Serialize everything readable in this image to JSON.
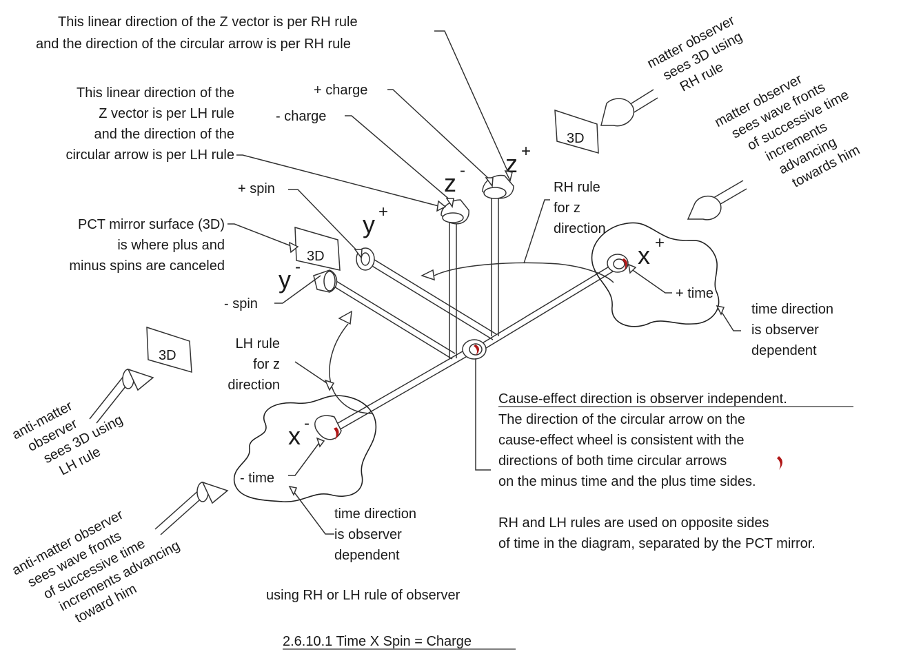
{
  "labels": {
    "rh_z_note_1": "This linear direction of the Z vector is per RH rule",
    "rh_z_note_2": "and the direction of the circular arrow is per RH rule",
    "lh_z_note_1": "This linear direction of the",
    "lh_z_note_2": "Z vector is per LH rule",
    "lh_z_note_3": "and the direction of the",
    "lh_z_note_4": "circular arrow is per LH rule",
    "plus_charge": "+ charge",
    "minus_charge": "- charge",
    "plus_spin": "+ spin",
    "minus_spin": "- spin",
    "pct_1": "PCT mirror surface (3D)",
    "pct_2": "is where plus and",
    "pct_3": "minus spins are canceled",
    "rh_rule_1": "RH rule",
    "rh_rule_2": "for z",
    "rh_rule_3": "direction",
    "lh_rule_1": "LH rule",
    "lh_rule_2": "for z",
    "lh_rule_3": "direction",
    "plus_time": "+ time",
    "minus_time": "- time",
    "time_dir_right_1": "time direction",
    "time_dir_right_2": "is observer",
    "time_dir_right_3": "dependent",
    "time_dir_left_1": "time direction",
    "time_dir_left_2": "is observer",
    "time_dir_left_3": "dependent",
    "matter_3d_1": "matter observer",
    "matter_3d_2": "sees 3D using",
    "matter_3d_3": "RH rule",
    "matter_wave_1": "matter observer",
    "matter_wave_2": "sees wave fronts",
    "matter_wave_3": "of successive time",
    "matter_wave_4": "increments",
    "matter_wave_5": "advancing",
    "matter_wave_6": "towards him",
    "anti_3d_1": "anti-matter",
    "anti_3d_2": "observer",
    "anti_3d_3": "sees 3D using",
    "anti_3d_4": "LH rule",
    "anti_wave_1": "anti-matter observer",
    "anti_wave_2": "sees wave fronts",
    "anti_wave_3": "of successive time",
    "anti_wave_4": "increments advancing",
    "anti_wave_5": "toward him",
    "cause_title": "Cause-effect direction is observer independent.",
    "cause_1": "The direction of the circular arrow on the",
    "cause_2": "cause-effect wheel is consistent with the",
    "cause_3": "directions of both time circular arrows",
    "cause_4": "on the minus time and the plus time sides.",
    "rhlh_1": "RH and LH rules are used on opposite sides",
    "rhlh_2": "of time in the diagram, separated by the PCT mirror.",
    "using_rule": "using RH or LH rule of observer",
    "caption": "2.6.10.1 Time X Spin = Charge",
    "box_3d": "3D",
    "axis_x": "x",
    "axis_y": "y",
    "axis_z": "z",
    "sup_plus": "+",
    "sup_minus": "-"
  },
  "colors": {
    "ink": "#1a1a1a",
    "time_arrow": "#b01717"
  },
  "icons": {
    "time_circular_arrow": "red-crescent-arrow",
    "observer": "eye-cone-rod"
  }
}
